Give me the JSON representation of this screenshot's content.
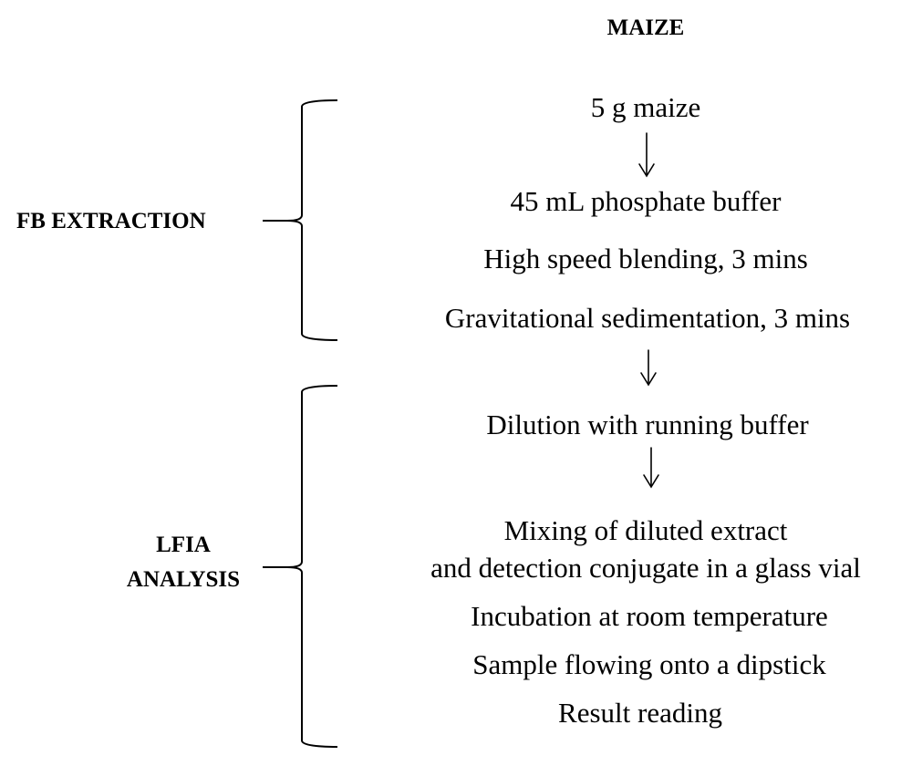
{
  "title": "MAIZE",
  "groups": [
    {
      "label_lines": [
        "FB EXTRACTION"
      ]
    },
    {
      "label_lines": [
        "LFIA",
        "ANALYSIS"
      ]
    }
  ],
  "steps": [
    "5 g maize",
    "45 mL phosphate buffer",
    "High speed blending, 3 mins",
    "Gravitational sedimentation, 3 mins",
    "Dilution with running buffer",
    [
      "Mixing of diluted extract",
      "and detection conjugate in a glass vial"
    ],
    "Incubation at room temperature",
    "Sample flowing onto a dipstick",
    "Result reading"
  ],
  "flow": {
    "arrows": [
      {
        "from": "5 g maize",
        "to": "45 mL phosphate buffer"
      },
      {
        "from": "Gravitational sedimentation, 3 mins",
        "to": "Dilution with running buffer"
      },
      {
        "from": "Dilution with running buffer",
        "to": "Mixing of diluted extract"
      }
    ],
    "group_members": {
      "FB EXTRACTION": [
        "5 g maize",
        "45 mL phosphate buffer",
        "High speed blending, 3 mins",
        "Gravitational sedimentation, 3 mins"
      ],
      "LFIA ANALYSIS": [
        "Dilution with running buffer",
        "Mixing of diluted extract and detection conjugate in a glass vial",
        "Incubation at room temperature",
        "Sample flowing onto a dipstick",
        "Result reading"
      ]
    }
  },
  "colors": {
    "ink": "#000000",
    "background": "#ffffff"
  }
}
